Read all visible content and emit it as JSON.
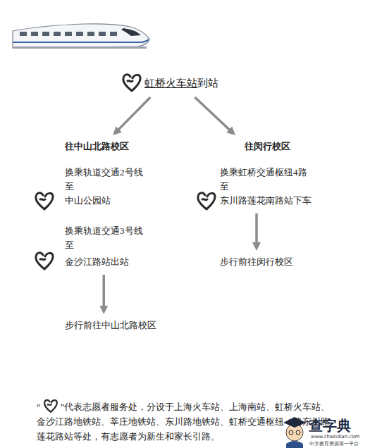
{
  "diagram": {
    "nodes": [
      {
        "text": [
          "虹桥火车站",
          "到站"
        ]
      },
      {
        "text": [
          "往中山北路校区"
        ]
      },
      {
        "text": [
          "往闵行校区"
        ]
      },
      {
        "text": [
          "换乘轨道交通2号线",
          "至",
          "中山公园站"
        ]
      },
      {
        "text": [
          "换乘轨道交通3号线",
          "至",
          "金沙江路站出站"
        ]
      },
      {
        "text": [
          "换乘虹桥交通枢纽4路",
          "至",
          "东川路莲花南路站下车"
        ]
      },
      {
        "text": [
          "步行前往中山北路校区"
        ]
      },
      {
        "text": [
          "步行前往闵行校区"
        ]
      }
    ],
    "edges": [
      {
        "from": 0,
        "to": 1,
        "arrow": "to"
      },
      {
        "from": 0,
        "to": 2,
        "arrow": "to"
      },
      {
        "from": 4,
        "to": 6,
        "arrow": "to"
      },
      {
        "from": 5,
        "to": 7,
        "arrow": "to"
      }
    ],
    "labels": [
      "“",
      "”代表志愿者服务处，分设于上海火车站、上海南站、虹桥火车站、金沙江路地铁站、莘庄地铁站、东川路地铁站、虹桥交通枢纽 4 路东川路莲花路站等处，有志愿者为新生和家长引路。",
      "查字典",
      "www.chazidian.com",
      "中文教育资源第一平台"
    ]
  }
}
